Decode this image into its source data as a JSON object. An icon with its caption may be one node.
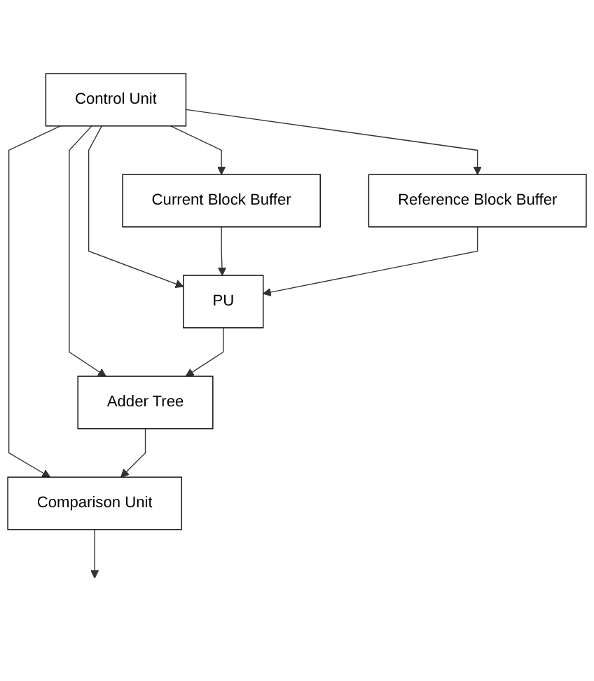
{
  "diagram": {
    "nodes": [
      {
        "text": [
          "Control Unit"
        ]
      },
      {
        "text": [
          "Current Block Buffer"
        ]
      },
      {
        "text": [
          "Reference Block Buffer"
        ]
      },
      {
        "text": [
          "PU"
        ]
      },
      {
        "text": [
          "Adder Tree"
        ]
      },
      {
        "text": [
          "Comparison Unit"
        ]
      }
    ],
    "edges": [
      {
        "from": 0,
        "to": 1,
        "arrow": "to"
      },
      {
        "from": 0,
        "to": 2,
        "arrow": "to"
      },
      {
        "from": 0,
        "to": 3,
        "arrow": "to"
      },
      {
        "from": 0,
        "to": 4,
        "arrow": "to"
      },
      {
        "from": 0,
        "to": 5,
        "arrow": "to"
      },
      {
        "from": 1,
        "to": 3,
        "arrow": "to"
      },
      {
        "from": 2,
        "to": 3,
        "arrow": "to"
      },
      {
        "from": 3,
        "to": 4,
        "arrow": "to"
      },
      {
        "from": 4,
        "to": 5,
        "arrow": "to"
      },
      {
        "from": 5,
        "to": null,
        "arrow": "to"
      }
    ]
  }
}
